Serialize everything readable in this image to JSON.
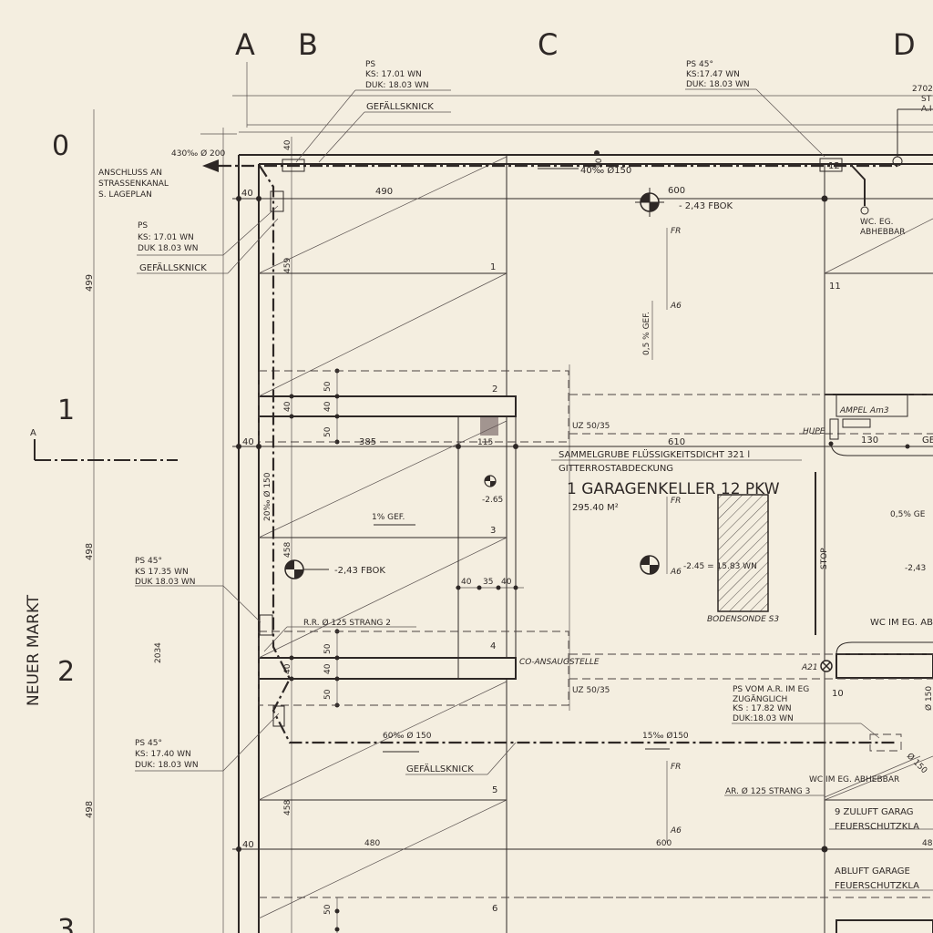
{
  "grid": {
    "cols": [
      "A",
      "B",
      "C",
      "D"
    ],
    "rows": [
      "0",
      "1",
      "2",
      "3"
    ]
  },
  "left_dims": [
    "499",
    "498",
    "2034",
    "498"
  ],
  "street": "NEUER MARKT",
  "section_marker": "A",
  "notes": {
    "ps_top_a": [
      "PS",
      "KS:    17.01 WN",
      "DUK:  18.03 WN"
    ],
    "gefaellsknick_top": "GEFÄLLSKNICK",
    "ps_top_c": [
      "PS 45°",
      "KS:17.47 WN",
      "DUK: 18.03 WN"
    ],
    "d_ref": [
      "2702",
      "ST",
      "A.I"
    ],
    "outlet": "430‰ Ø 200",
    "anschluss": [
      "ANSCHLUSS AN",
      "STRASSENKANAL",
      "S. LAGEPLAN"
    ],
    "ps_left": [
      "PS",
      "KS: 17.01 WN",
      "DUK 18.03 WN"
    ],
    "gefaellsknick_left": "GEFÄLLSKNICK",
    "pipe_top": "40‰  Ø150",
    "level_600": "600",
    "fbok_top": "- 2,43  FBOK",
    "wc_eg": [
      "WC. EG.",
      "ABHEBBAR"
    ],
    "slope_05": "0,5 % GEF.",
    "uz1": "UZ 50/35",
    "uz2": "UZ 50/35",
    "dim_610": "610",
    "ampel": "AMPEL  Am3",
    "hupe": "HUPE",
    "dim_130": "130",
    "ge": "GE",
    "sammelgrube": "SAMMELGRUBE  FLÜSSIGKEITSDICHT   321 l",
    "gitter": "GITTERROSTABDECKUNG",
    "room_title": "1 GARAGENKELLER  12  PKW",
    "room_area": "295.40  M²",
    "level_265": "-2.65",
    "slope_1": "1% GEF.",
    "pipe_20": "20‰ Ø 150",
    "fbok_mid": "-2,43  FBOK",
    "level_245": "-2.45 = 15.83 WN",
    "bodensonde": "BODENSONDE S3",
    "stop": "STOP",
    "slope_05_right": "0,5% GE",
    "level_243_right": "-2,43",
    "wc_im_eg_ab": "WC IM EG. AB",
    "ps_45_left": [
      "PS 45°",
      "KS   17.35 WN",
      "DUK 18.03 WN"
    ],
    "rr_strang2": "R.R. Ø 125 STRANG 2",
    "co_ansaug": "CO-ANSAUGSTELLE",
    "a21": "A21",
    "ps_vom": [
      "PS VOM A.R. IM EG",
      "ZUGÄNGLICH",
      "KS  : 17.82 WN",
      "DUK:18.03 WN"
    ],
    "ps_45_low": [
      "PS 45°",
      "KS:      17.40 WN",
      "DUK:    18.03 WN"
    ],
    "pipe_60": "60‰ Ø 150",
    "pipe_15": "15‰  Ø150",
    "gefaellsknick_low": "GEFÄLLSKNICK",
    "wc_im_eg": "WC IM EG. ABHEBBAR",
    "ar_strang3": "AR. Ø 125 STRANG 3",
    "zuluft": [
      "9  ZULUFT  GARAG",
      "FEUERSCHUTZKLA"
    ],
    "abluft": [
      "ABLUFT  GARAGE",
      "FEUERSCHUTZKLA"
    ],
    "dim_48": "48",
    "diam_150a": "Ø 150",
    "diam_150b": "Ø 150",
    "fr": "FR",
    "a6": "A6"
  },
  "dims": {
    "d40a": "40",
    "d40b": "40",
    "d490": "490",
    "d459": "459",
    "d40c": "40",
    "d50a": "50",
    "d40d": "40",
    "d50b": "50",
    "d385": "385",
    "d115": "115",
    "d40e": "40",
    "d458a": "458",
    "d40f": "40",
    "d35": "35",
    "d40g": "40",
    "d50c": "50",
    "d40h": "40",
    "d50d": "50",
    "d40i": "40",
    "d458b": "458",
    "d480": "480",
    "d600": "600",
    "d50e": "50",
    "d10": "10"
  },
  "bays": [
    "1",
    "2",
    "3",
    "4",
    "5",
    "6",
    "10",
    "11",
    "12"
  ]
}
